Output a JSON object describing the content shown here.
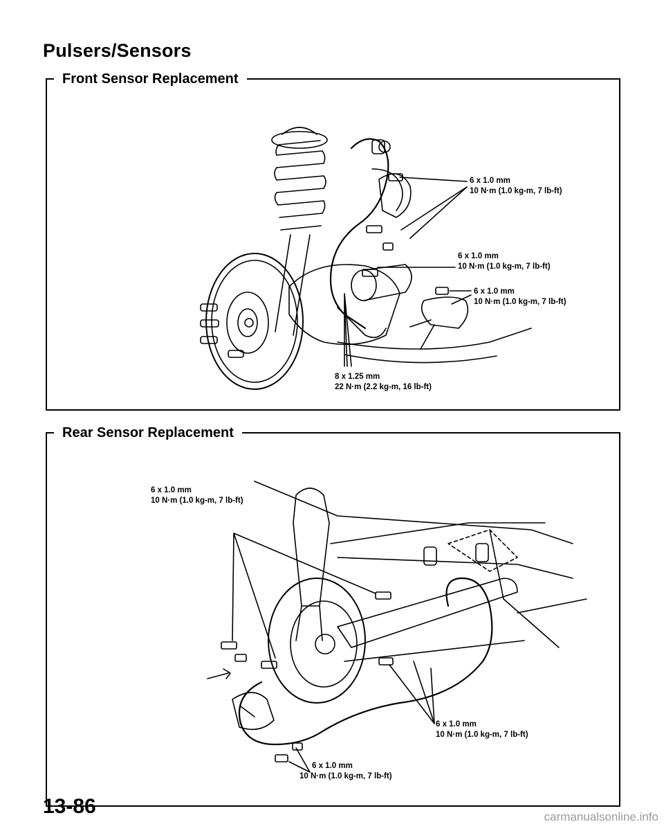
{
  "page": {
    "title": "Pulsers/Sensors",
    "page_number": "13-86",
    "watermark": "carmanualsonline.info"
  },
  "front": {
    "heading": "Front Sensor Replacement",
    "callouts": [
      {
        "size": "6 x 1.0 mm",
        "torque": "10 N·m (1.0 kg-m, 7 lb-ft)"
      },
      {
        "size": "6 x 1.0 mm",
        "torque": "10 N·m (1.0 kg-m, 7 lb-ft)"
      },
      {
        "size": "6 x 1.0 mm",
        "torque": "10 N·m (1.0 kg-m, 7 lb-ft)"
      },
      {
        "size": "8 x 1.25 mm",
        "torque": "22 N·m (2.2 kg-m, 16 lb-ft)"
      }
    ]
  },
  "rear": {
    "heading": "Rear Sensor Replacement",
    "callouts": [
      {
        "size": "6 x 1.0 mm",
        "torque": "10 N·m (1.0 kg-m, 7 lb-ft)"
      },
      {
        "size": "6 x 1.0 mm",
        "torque": "10 N·m (1.0 kg-m, 7 lb-ft)"
      },
      {
        "size": "6 x 1.0 mm",
        "torque": "10 N·m (1.0 kg-m, 7 lb-ft)"
      }
    ]
  }
}
